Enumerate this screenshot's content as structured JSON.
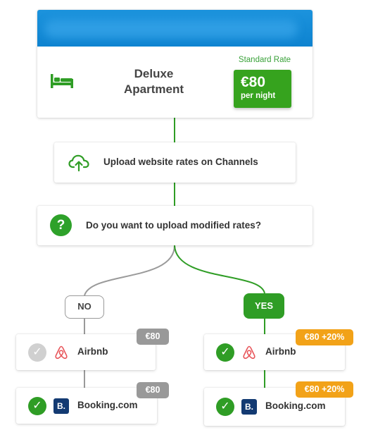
{
  "room": {
    "name_line1": "Deluxe",
    "name_line2": "Apartment",
    "rate_label": "Standard Rate",
    "price": "€80",
    "price_unit": "per night",
    "icon": "bed-icon"
  },
  "steps": {
    "upload": {
      "label": "Upload website rates on Channels",
      "icon": "cloud-upload-icon"
    },
    "question": {
      "label": "Do you want to upload modified rates?",
      "icon": "question-icon",
      "icon_glyph": "?"
    }
  },
  "decisions": {
    "no": "NO",
    "yes": "YES"
  },
  "branches": {
    "no": {
      "channels": [
        {
          "name": "Airbnb",
          "price": "€80",
          "status": "inactive",
          "icon": "airbnb-icon"
        },
        {
          "name": "Booking.com",
          "price": "€80",
          "status": "active",
          "icon": "booking-icon",
          "icon_glyph": "B."
        }
      ]
    },
    "yes": {
      "channels": [
        {
          "name": "Airbnb",
          "price": "€80 +20%",
          "status": "active",
          "icon": "airbnb-icon"
        },
        {
          "name": "Booking.com",
          "price": "€80 +20%",
          "status": "active",
          "icon": "booking-icon",
          "icon_glyph": "B."
        }
      ]
    }
  },
  "colors": {
    "brand_green": "#2f9d25",
    "banner_blue": "#0e83d0",
    "price_orange": "#f2a218",
    "price_grey": "#999999",
    "connector_grey": "#9a9a9a"
  }
}
